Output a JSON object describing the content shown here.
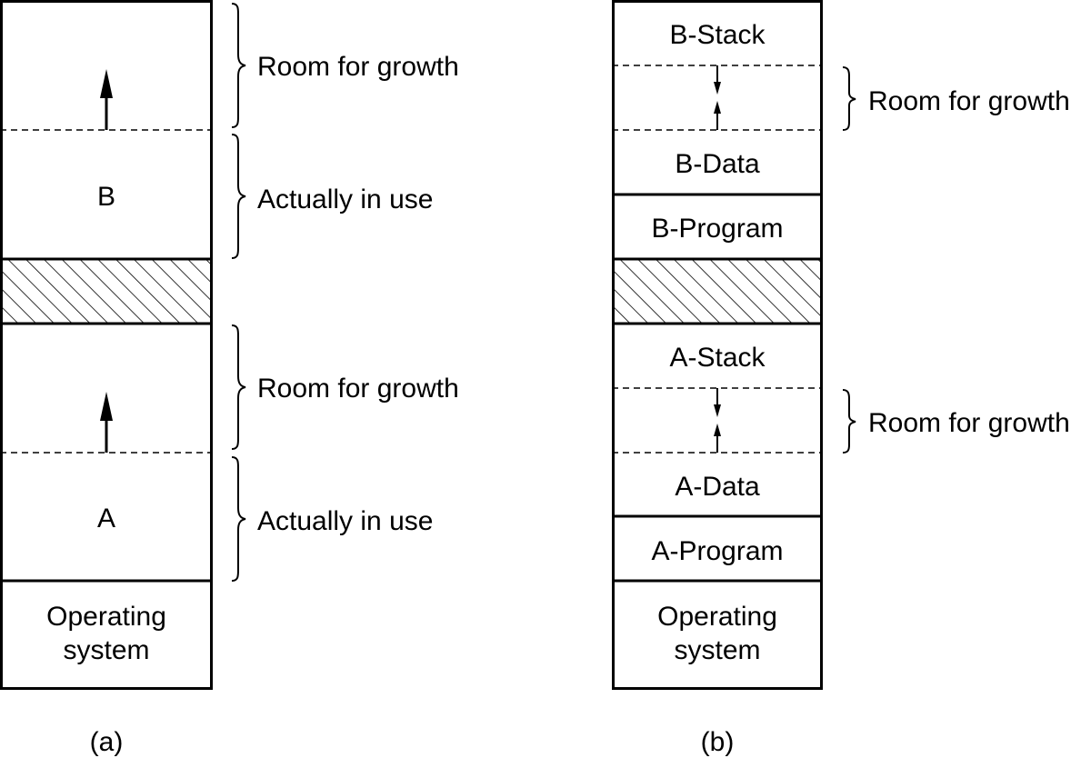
{
  "diagram_a": {
    "regions": {
      "b": "B",
      "a": "A",
      "os_line1": "Operating",
      "os_line2": "system"
    },
    "annotations": {
      "room_top": "Room for growth",
      "use_top": "Actually in use",
      "room_bottom": "Room for growth",
      "use_bottom": "Actually in use"
    },
    "caption": "(a)"
  },
  "diagram_b": {
    "regions": {
      "b_stack": "B-Stack",
      "b_data": "B-Data",
      "b_program": "B-Program",
      "a_stack": "A-Stack",
      "a_data": "A-Data",
      "a_program": "A-Program",
      "os_line1": "Operating",
      "os_line2": "system"
    },
    "annotations": {
      "room_top": "Room for growth",
      "room_bottom": "Room for growth"
    },
    "caption": "(b)"
  }
}
